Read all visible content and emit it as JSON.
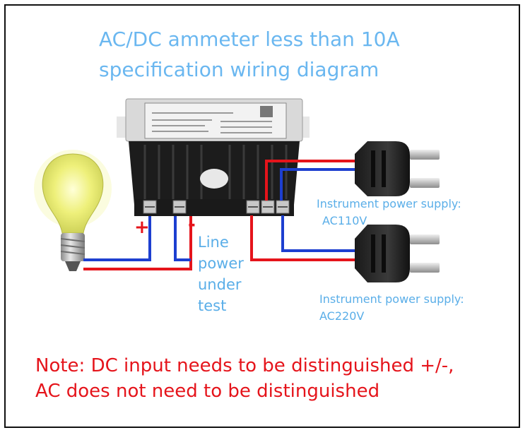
{
  "title": {
    "line1": "AC/DC ammeter less than 10A",
    "line2": "specification wiring diagram"
  },
  "polarity": {
    "plus": "+",
    "minus": "-"
  },
  "line_label": [
    "Line",
    "power",
    "under",
    "test"
  ],
  "supply_110": {
    "line1": "Instrument power supply:",
    "line2": "AC110V"
  },
  "supply_220": {
    "line1": "Instrument power supply:",
    "line2": "AC220V"
  },
  "note": {
    "line1": "Note: DC input needs to be distinguished +/-,",
    "line2": "AC does not need to be distinguished"
  },
  "colors": {
    "wire_red": "#e5141b",
    "wire_blue": "#1d3fd0",
    "title_blue": "#6ab7f0",
    "note_red": "#e5141b"
  },
  "icons": [
    "light-bulb-icon",
    "panel-meter-icon",
    "power-plug-icon"
  ]
}
